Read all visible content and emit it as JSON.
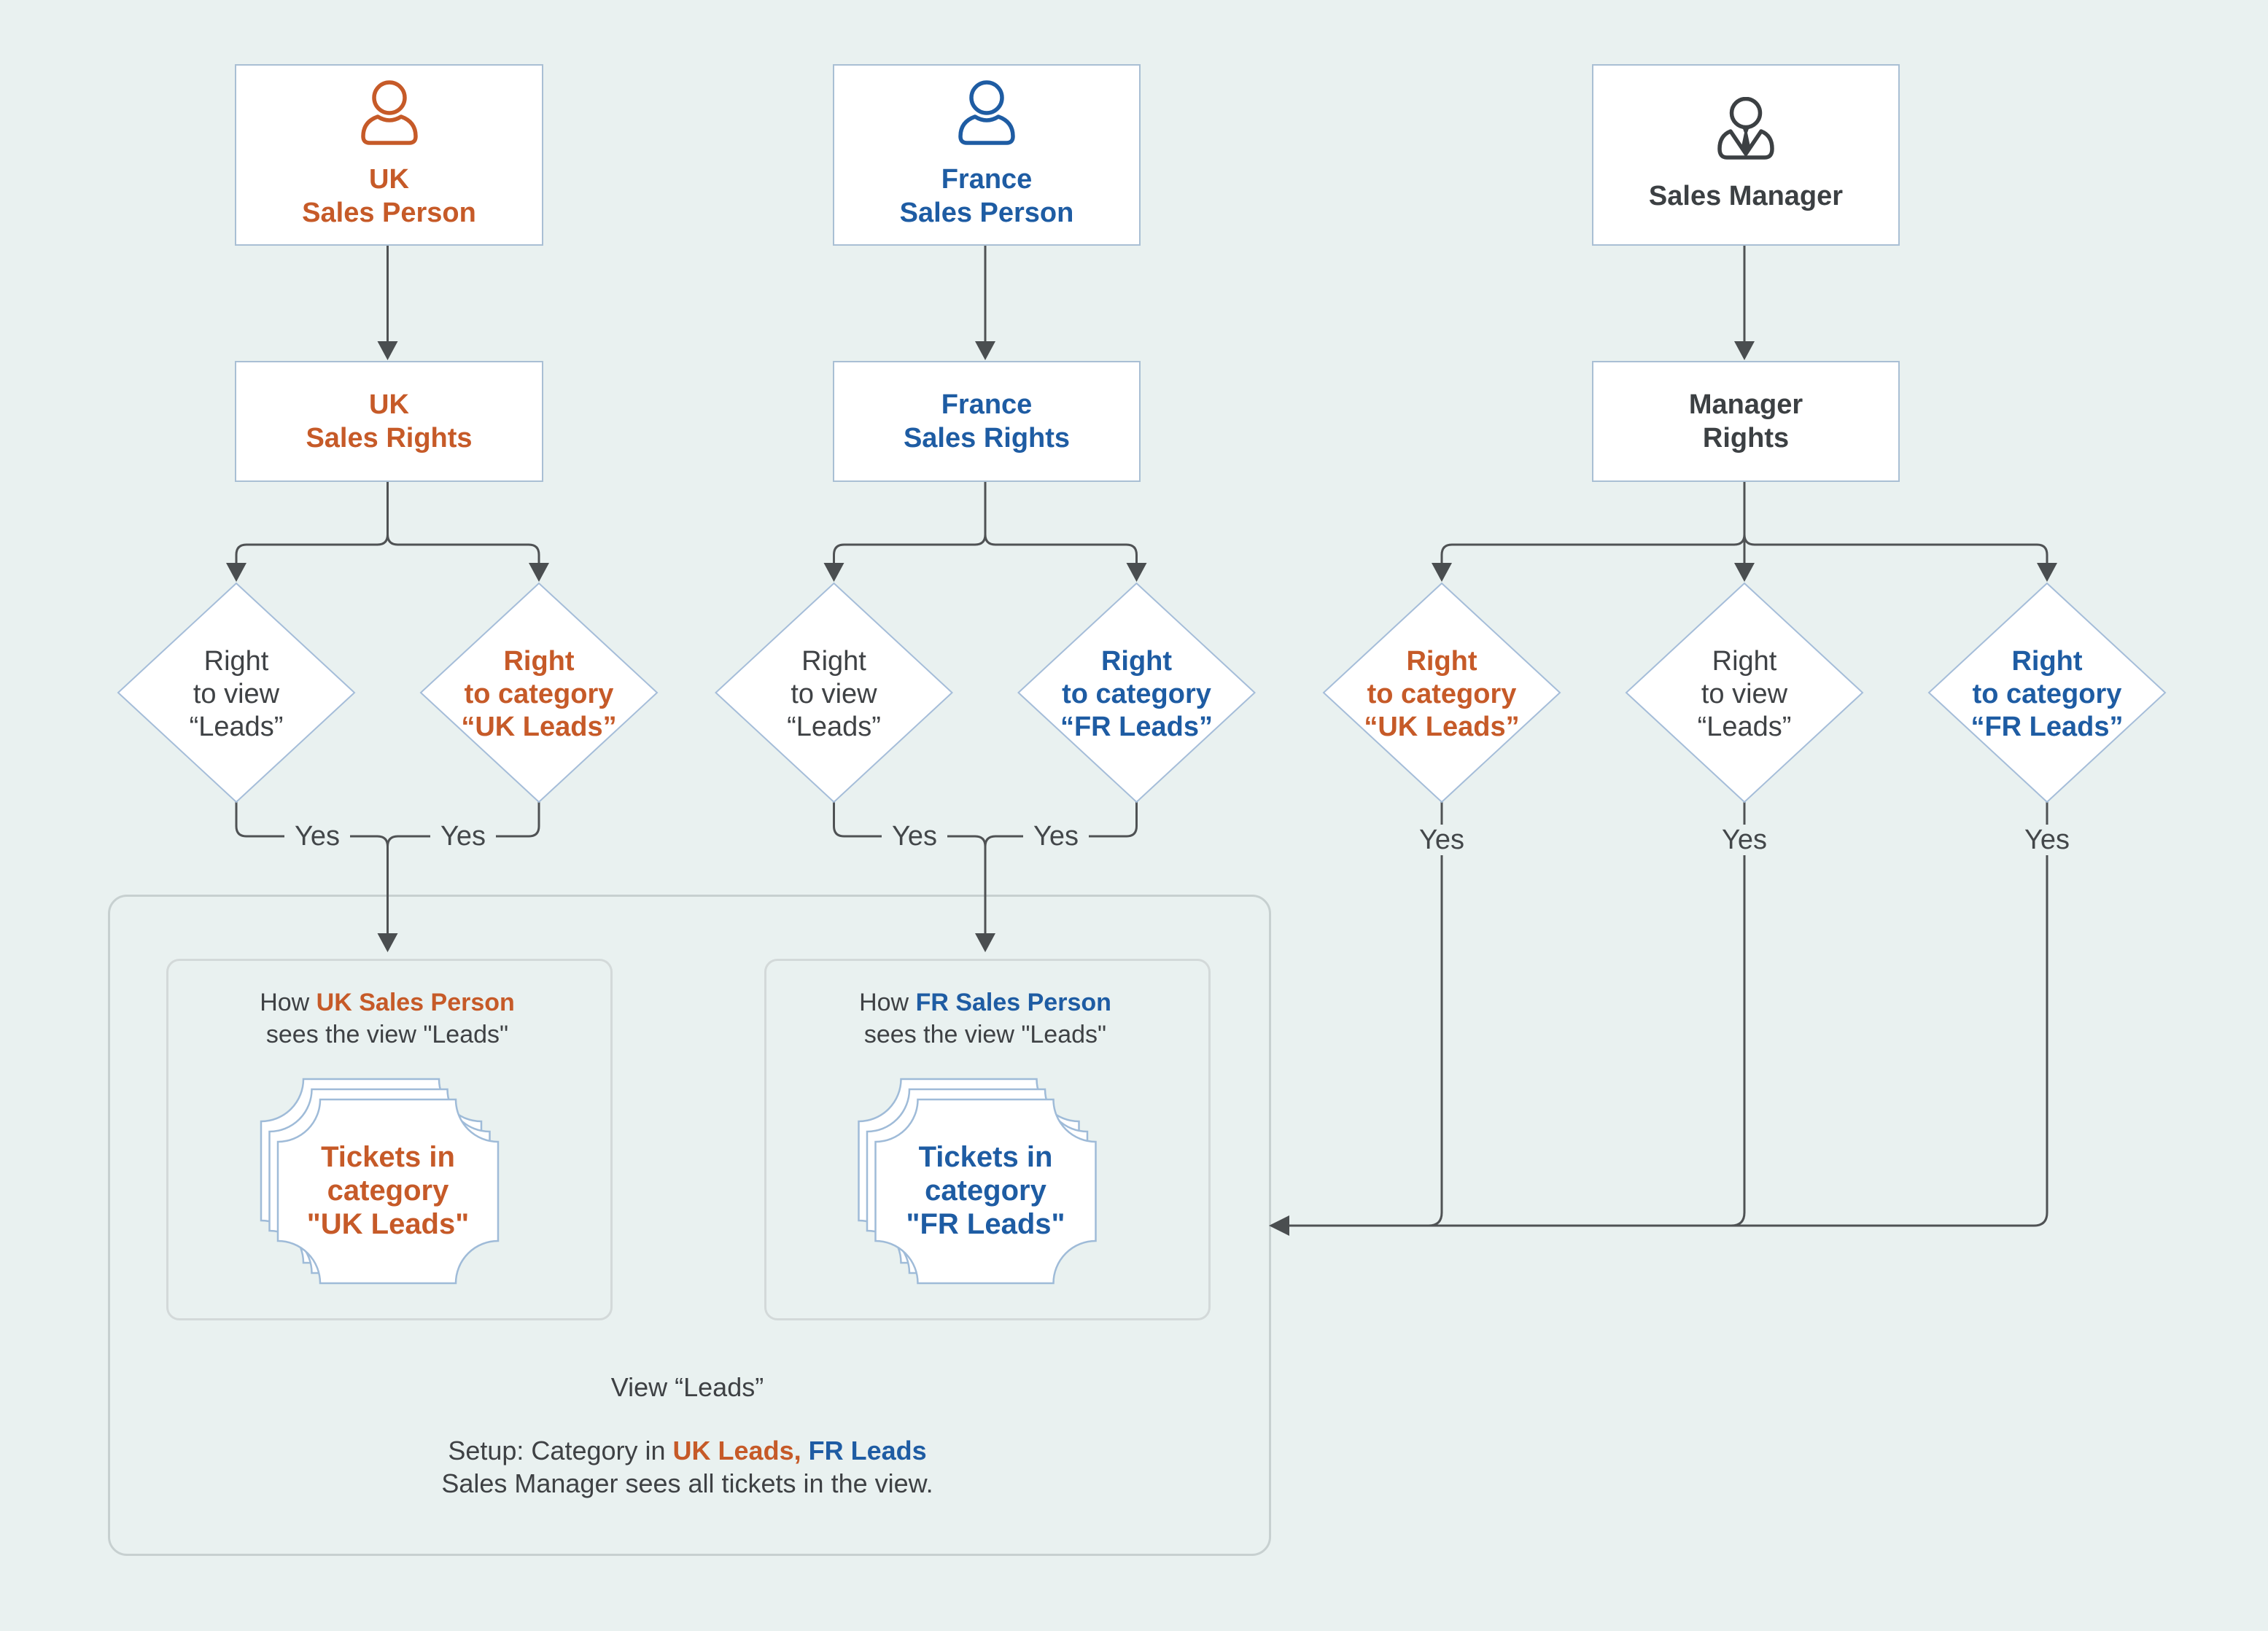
{
  "page": {
    "background": "#e9f1f0"
  },
  "colors": {
    "uk_accent": "#c65a28",
    "fr_accent": "#1e5ca3",
    "neutral_dark": "#3c4043",
    "connector_line": "#4f5254",
    "diamond_border": "#a5bdd9",
    "box_border": "#a9bfd4"
  },
  "actors": [
    {
      "id": "uk-sales-person",
      "icon": "user-icon",
      "name_line1": "UK",
      "name_line2": "Sales Person",
      "rights_line1": "UK",
      "rights_line2": "Sales Rights"
    },
    {
      "id": "france-sales-person",
      "icon": "user-icon",
      "name_line1": "France",
      "name_line2": "Sales Person",
      "rights_line1": "France",
      "rights_line2": "Sales Rights"
    },
    {
      "id": "sales-manager",
      "icon": "manager-user-icon",
      "name_line1": "Sales Manager",
      "rights_line1": "Manager",
      "rights_line2": "Rights"
    }
  ],
  "diamonds": {
    "uk_view": {
      "line1": "Right",
      "line2": "to view",
      "line3": "“Leads”"
    },
    "uk_cat": {
      "line1": "Right",
      "line2": "to category",
      "line3": "“UK Leads”"
    },
    "fr_view": {
      "line1": "Right",
      "line2": "to view",
      "line3": "“Leads”"
    },
    "fr_cat": {
      "line1": "Right",
      "line2": "to category",
      "line3": "“FR Leads”"
    },
    "mgr_cat_uk": {
      "line1": "Right",
      "line2": "to category",
      "line3": "“UK Leads”"
    },
    "mgr_view": {
      "line1": "Right",
      "line2": "to view",
      "line3": "“Leads”"
    },
    "mgr_cat_fr": {
      "line1": "Right",
      "line2": "to category",
      "line3": "“FR Leads”"
    }
  },
  "yes_label": "Yes",
  "cards": [
    {
      "title_prefix": "How ",
      "title_accent": "UK Sales Person",
      "title_line2": "sees the view \"Leads\"",
      "ticket_line1": "Tickets in",
      "ticket_line2": "category",
      "ticket_line3": "\"UK Leads\""
    },
    {
      "title_prefix": "How ",
      "title_accent": "FR Sales Person",
      "title_line2": "sees the view \"Leads\"",
      "ticket_line1": "Tickets in",
      "ticket_line2": "category",
      "ticket_line3": "\"FR Leads\""
    }
  ],
  "footer": {
    "view_label": "View “Leads”",
    "setup_prefix": "Setup: Category in",
    "setup_uk": "UK Leads,",
    "setup_fr": "FR Leads",
    "line2": "Sales Manager sees all tickets in the view."
  }
}
